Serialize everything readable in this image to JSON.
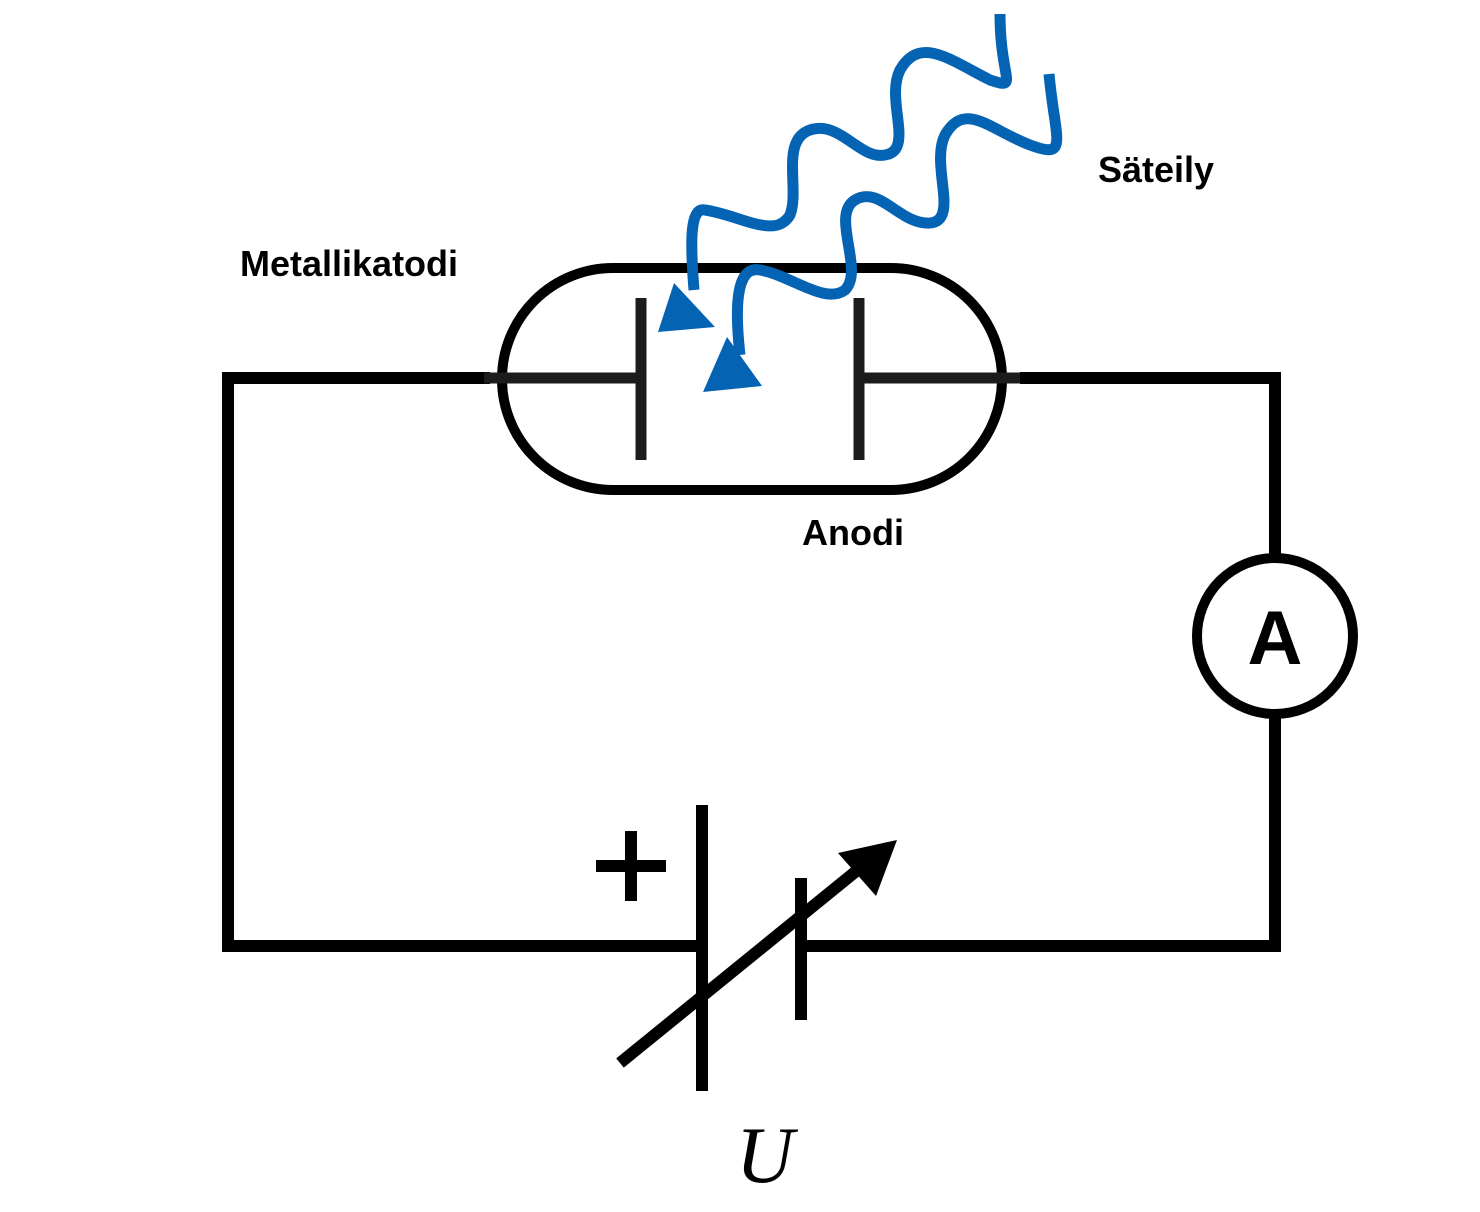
{
  "labels": {
    "radiation": "Säteily",
    "cathode": "Metallikatodi",
    "anode": "Anodi",
    "ammeter": "A",
    "voltage": "U",
    "plus_sign": "+"
  },
  "colors": {
    "wire": "#000000",
    "radiation": "#0563b3",
    "electrode": "#1c1c1c",
    "background": "#ffffff"
  }
}
